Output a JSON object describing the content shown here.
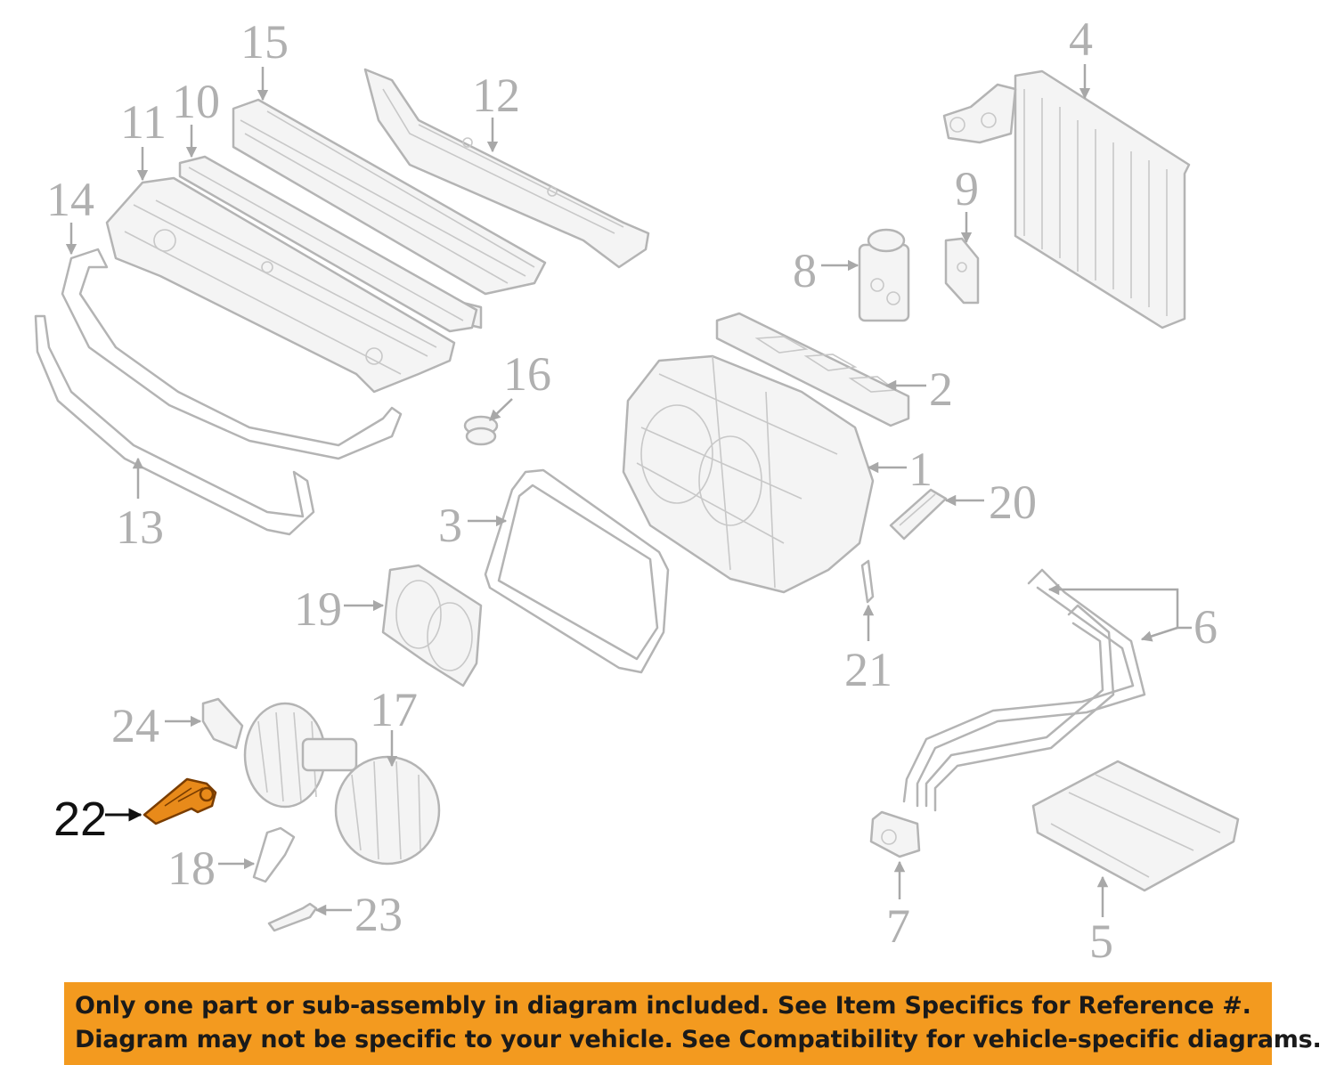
{
  "callouts": {
    "c1": "1",
    "c2": "2",
    "c3": "3",
    "c4": "4",
    "c5": "5",
    "c6": "6",
    "c7": "7",
    "c8": "8",
    "c9": "9",
    "c10": "10",
    "c11": "11",
    "c12": "12",
    "c13": "13",
    "c14": "14",
    "c15": "15",
    "c16": "16",
    "c17": "17",
    "c18": "18",
    "c19": "19",
    "c20": "20",
    "c21": "21",
    "c22": "22",
    "c23": "23",
    "c24": "24"
  },
  "highlighted_part": "22",
  "colors": {
    "highlight": "#e88a1a",
    "banner": "#f39a1f",
    "part_gray": "#b4b4b4"
  },
  "notice": {
    "line1": "Only one part or sub-assembly in diagram included. See Item Specifics for Reference #.",
    "line2": "Diagram may not be specific to your vehicle. See Compatibility for vehicle-specific diagrams."
  }
}
